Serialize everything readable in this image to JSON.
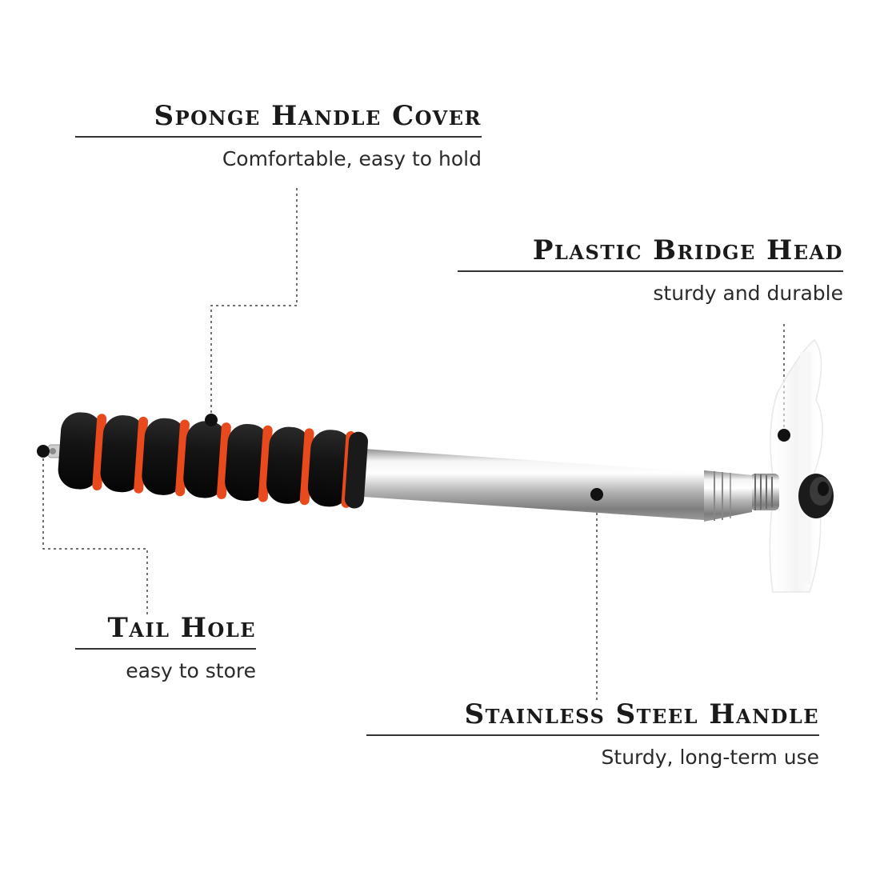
{
  "callouts": {
    "sponge": {
      "title": "Sponge Handle Cover",
      "subtitle": "Comfortable, easy to hold"
    },
    "bridge": {
      "title": "Plastic Bridge Head",
      "subtitle": "sturdy and durable"
    },
    "tail": {
      "title": "Tail Hole",
      "subtitle": "easy to store"
    },
    "steel": {
      "title": "Stainless Steel Handle",
      "subtitle": "Sturdy, long-term use"
    }
  },
  "colors": {
    "foam": "#121212",
    "foam_ring": "#e8491d",
    "steel": "#c9c9c9",
    "text": "#1a1a1a"
  }
}
